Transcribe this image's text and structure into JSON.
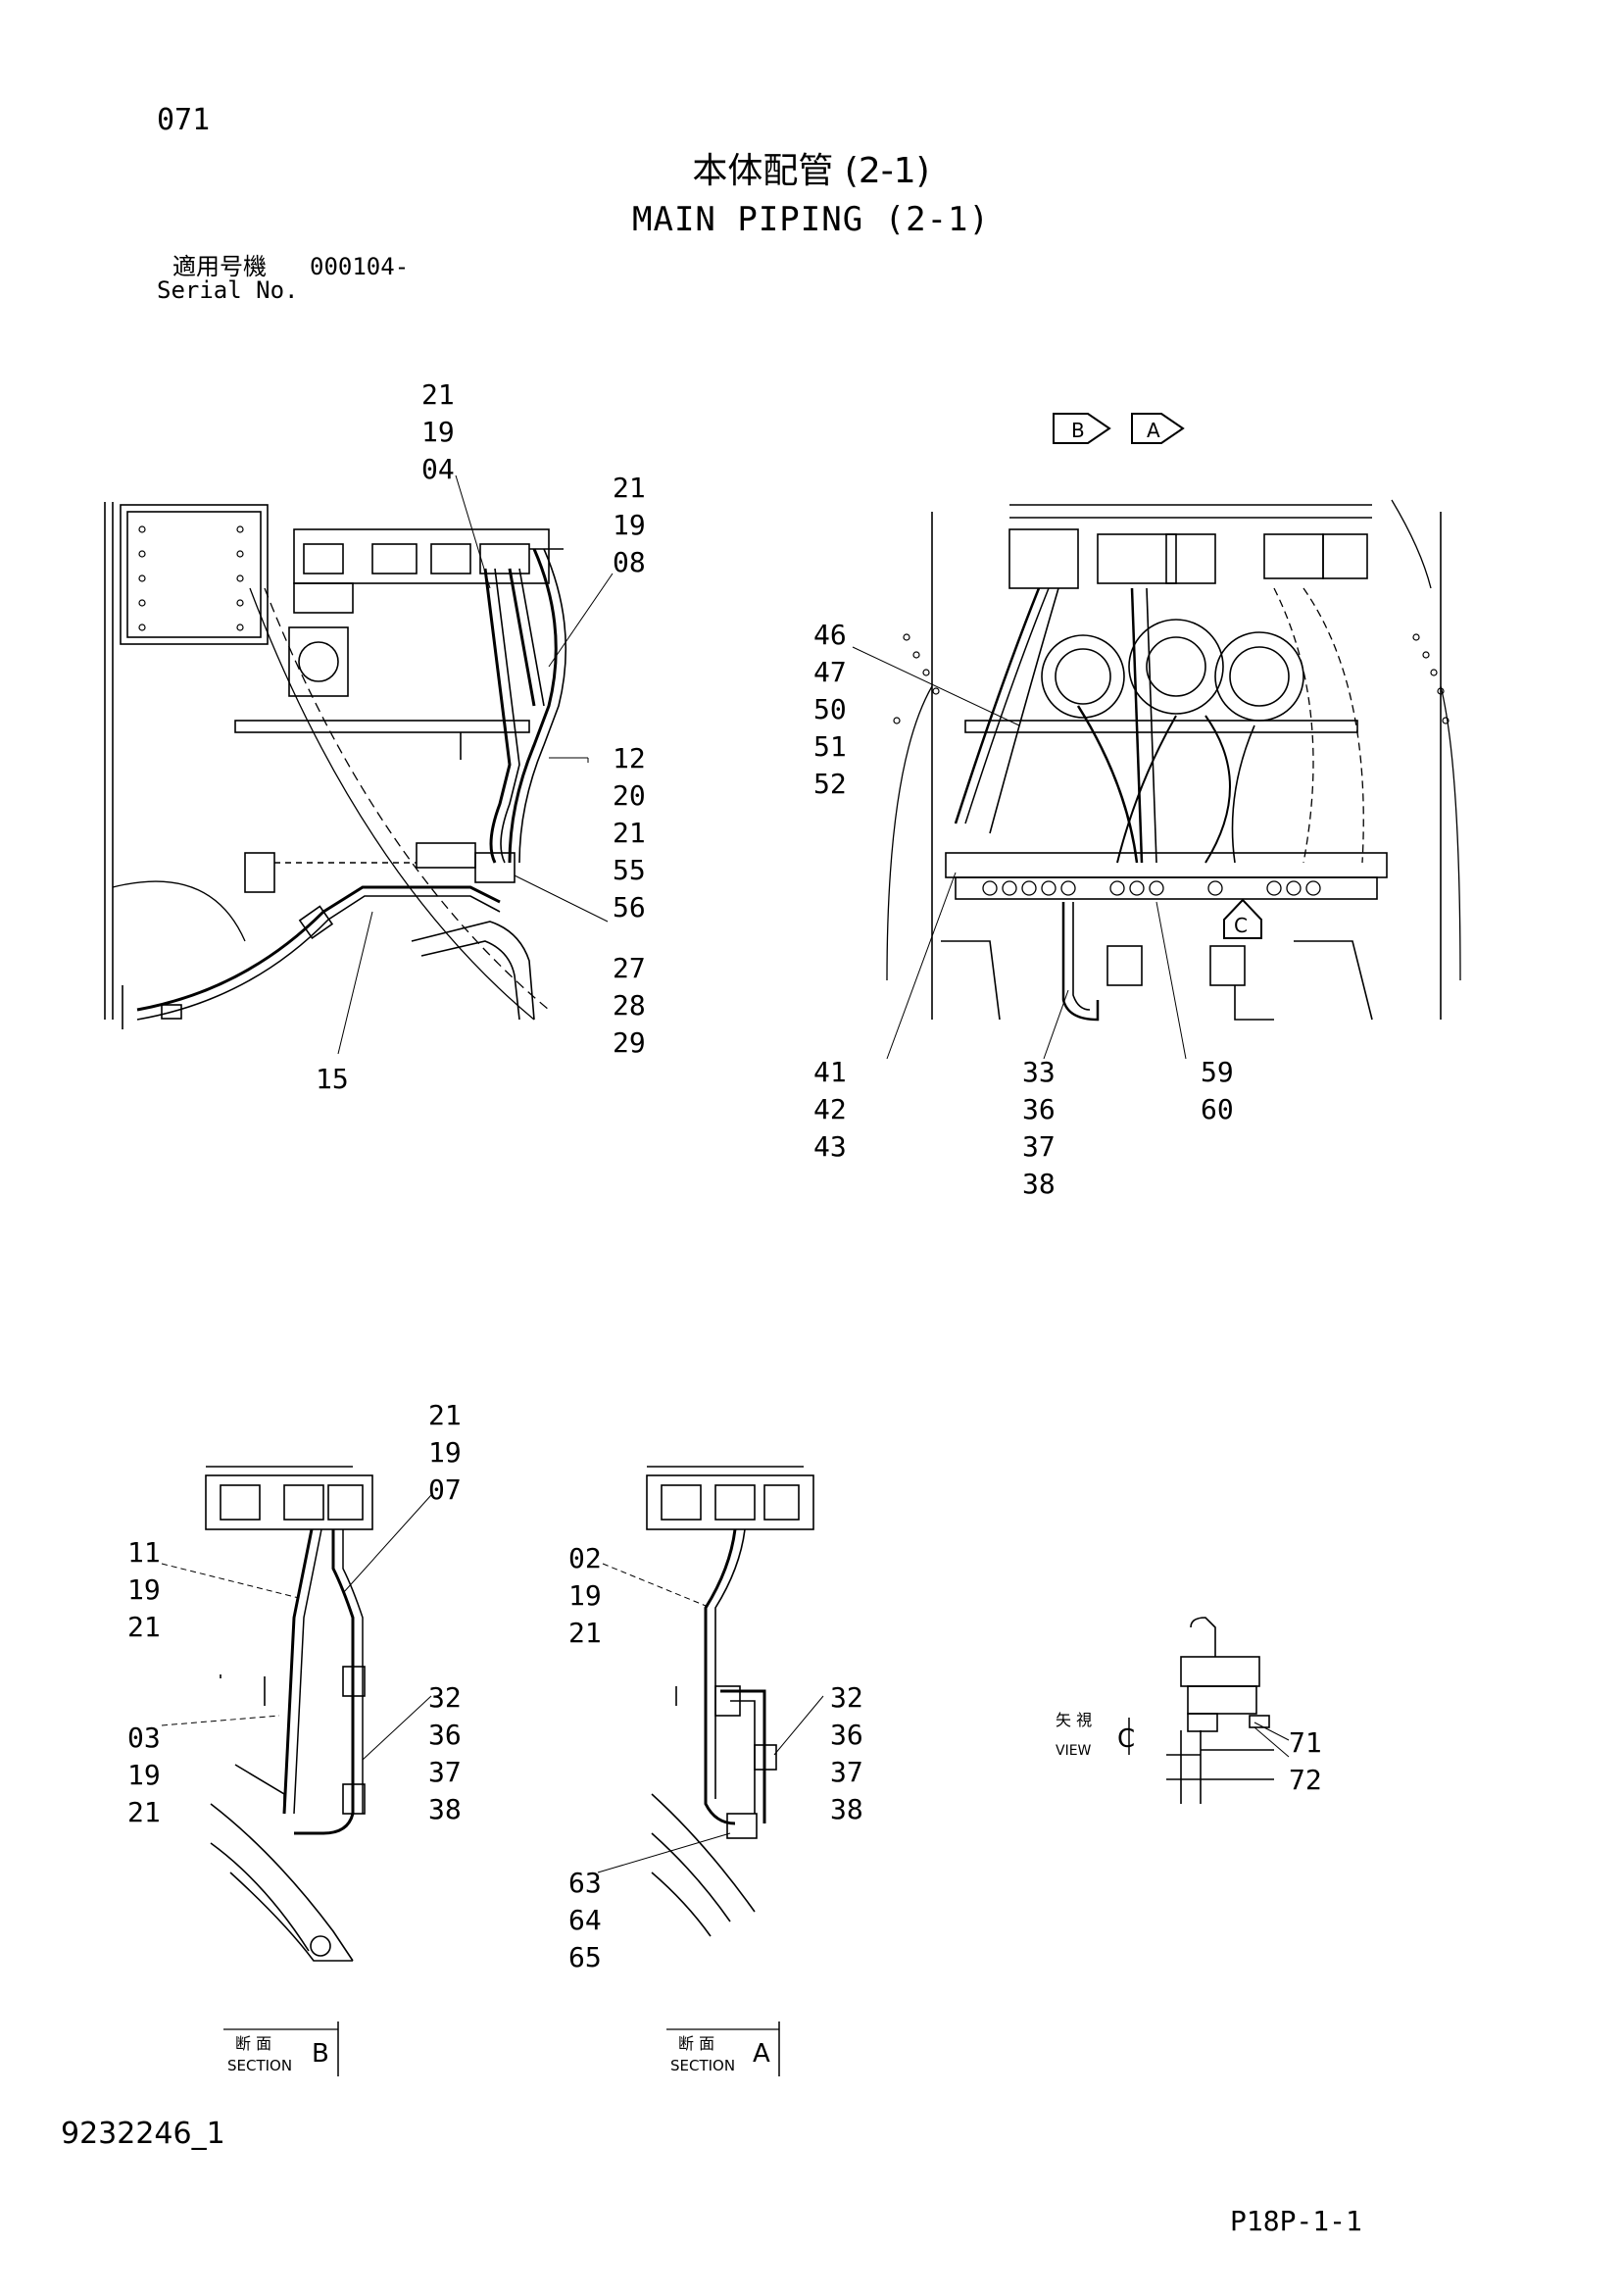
{
  "page_number": "071",
  "title_jp": "本体配管 (2-1)",
  "title_en": "MAIN PIPING (2-1)",
  "serial": {
    "label_jp": "適用号機",
    "value": "000104-",
    "label_en": "Serial No."
  },
  "view_arrows": {
    "b": "B",
    "a": "A",
    "c": "C"
  },
  "view_c_label": {
    "jp": "矢 視",
    "en": "VIEW",
    "letter": "C"
  },
  "section_b": {
    "jp": "断 面",
    "en": "SECTION",
    "letter": "B"
  },
  "section_a": {
    "jp": "断 面",
    "en": "SECTION",
    "letter": "A"
  },
  "callouts": {
    "top_left_a": [
      "21",
      "19",
      "04"
    ],
    "top_left_b": [
      "21",
      "19",
      "08"
    ],
    "top_left_c": [
      "12",
      "20",
      "21",
      "55",
      "56"
    ],
    "top_left_d": [
      "27",
      "28",
      "29"
    ],
    "top_left_e": [
      "15"
    ],
    "top_right_a": [
      "46",
      "47",
      "50",
      "51",
      "52"
    ],
    "top_right_b": [
      "41",
      "42",
      "43"
    ],
    "top_right_c": [
      "33",
      "36",
      "37",
      "38"
    ],
    "top_right_d": [
      "59",
      "60"
    ],
    "sec_b_a": [
      "21",
      "19",
      "07"
    ],
    "sec_b_b": [
      "11",
      "19",
      "21"
    ],
    "sec_b_c": [
      "03",
      "19",
      "21"
    ],
    "sec_b_d": [
      "32",
      "36",
      "37",
      "38"
    ],
    "sec_a_a": [
      "02",
      "19",
      "21"
    ],
    "sec_a_b": [
      "32",
      "36",
      "37",
      "38"
    ],
    "sec_a_c": [
      "63",
      "64",
      "65"
    ],
    "view_c": [
      "71",
      "72"
    ]
  },
  "document_number": "9232246_1",
  "page_reference": "P18P-1-1"
}
